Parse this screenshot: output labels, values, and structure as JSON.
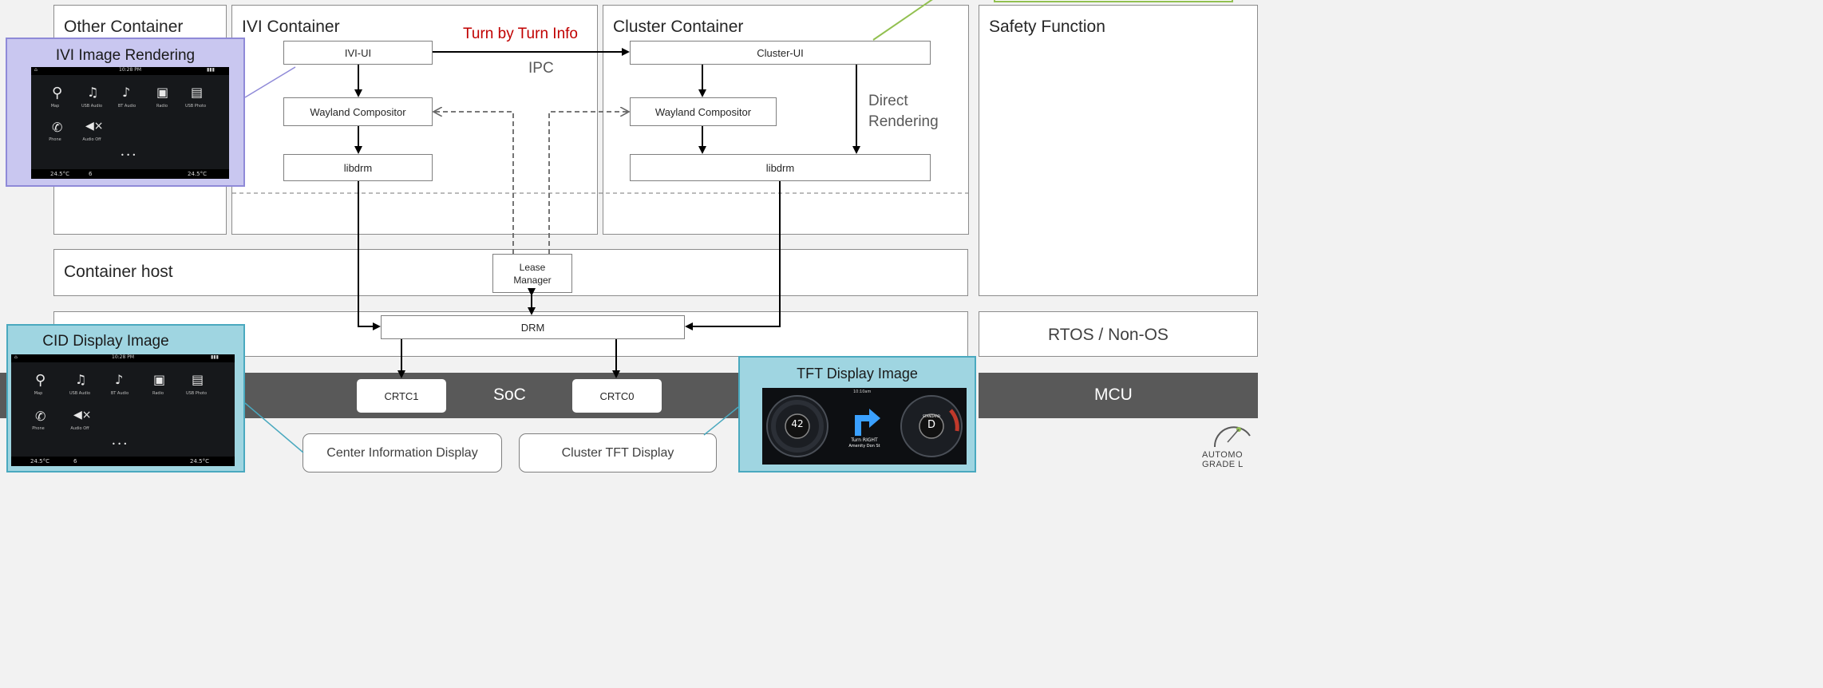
{
  "containers": {
    "other": "Other Container",
    "ivi": "IVI Container",
    "cluster": "Cluster Container",
    "safety": "Safety Function",
    "host": "Container host",
    "rtos": "RTOS / Non-OS"
  },
  "ivi_blocks": {
    "ui": "IVI-UI",
    "compositor": "Wayland Compositor",
    "libdrm": "libdrm"
  },
  "cluster_blocks": {
    "ui": "Cluster-UI",
    "compositor": "Wayland Compositor",
    "libdrm": "libdrm"
  },
  "labels": {
    "turn_by_turn": "Turn by Turn Info",
    "ipc": "IPC",
    "direct_rendering_1": "Direct",
    "direct_rendering_2": "Rendering"
  },
  "lease_manager": {
    "line1": "Lease",
    "line2": "Manager"
  },
  "drm": "DRM",
  "soc": {
    "label": "SoC",
    "crtc1": "CRTC1",
    "crtc0": "CRTC0"
  },
  "mcu": "MCU",
  "displays": {
    "center": "Center Information Display",
    "cluster_tft": "Cluster TFT Display"
  },
  "panels": {
    "ivi_image": "IVI Image Rendering",
    "cid_image": "CID Display Image",
    "tft_image": "TFT Display Image"
  },
  "infotainment_screen": {
    "clock": "10:28 PM",
    "apps": [
      "Map",
      "USB Audio",
      "BT Audio",
      "Radio",
      "USB Photo",
      "Phone",
      "Audio Off"
    ],
    "left_temp": "24.5°C",
    "fan": "6",
    "right_temp": "24.5°C"
  },
  "tft_screen": {
    "clock": "10:10am",
    "speed": "42",
    "gear": "D",
    "gear_caption": "STANDARD",
    "turn_line1": "Turn RIGHT",
    "turn_line2": "Amenity Don St"
  },
  "logo": {
    "line1": "AUTOMO",
    "line2": "GRADE L"
  },
  "colors": {
    "accent_red": "#c00000",
    "ivi_panel_bg": "#c9c7f0",
    "ivi_panel_border": "#8f8ad8",
    "cid_panel_bg": "#9fd5e1",
    "cid_panel_border": "#4aa9bf",
    "soc_band": "#595959",
    "callout_green": "#92c050"
  },
  "icons": [
    "map-pin-icon",
    "usb-audio-icon",
    "bt-audio-icon",
    "radio-icon",
    "usb-photo-icon",
    "phone-icon",
    "audio-off-icon",
    "turn-right-arrow-icon"
  ]
}
